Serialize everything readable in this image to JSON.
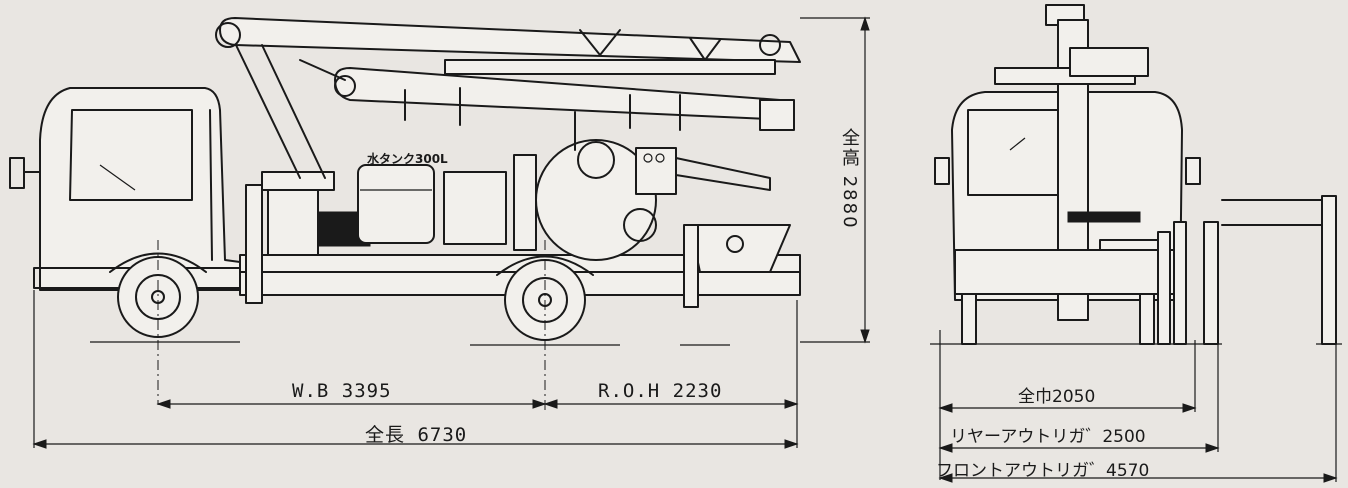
{
  "side_view": {
    "tank_label": "水タンク300L",
    "wheelbase_label": "W.B 3395",
    "rear_overhang_label": "R.O.H 2230",
    "overall_length_label": "全長 6730",
    "overall_height_label": "全高 2880"
  },
  "rear_view": {
    "overall_width_label": "全巾2050",
    "rear_outrigger_label": "リヤーアウトリガ゛2500",
    "front_outrigger_label": "フロントアウトリガ゛4570"
  }
}
